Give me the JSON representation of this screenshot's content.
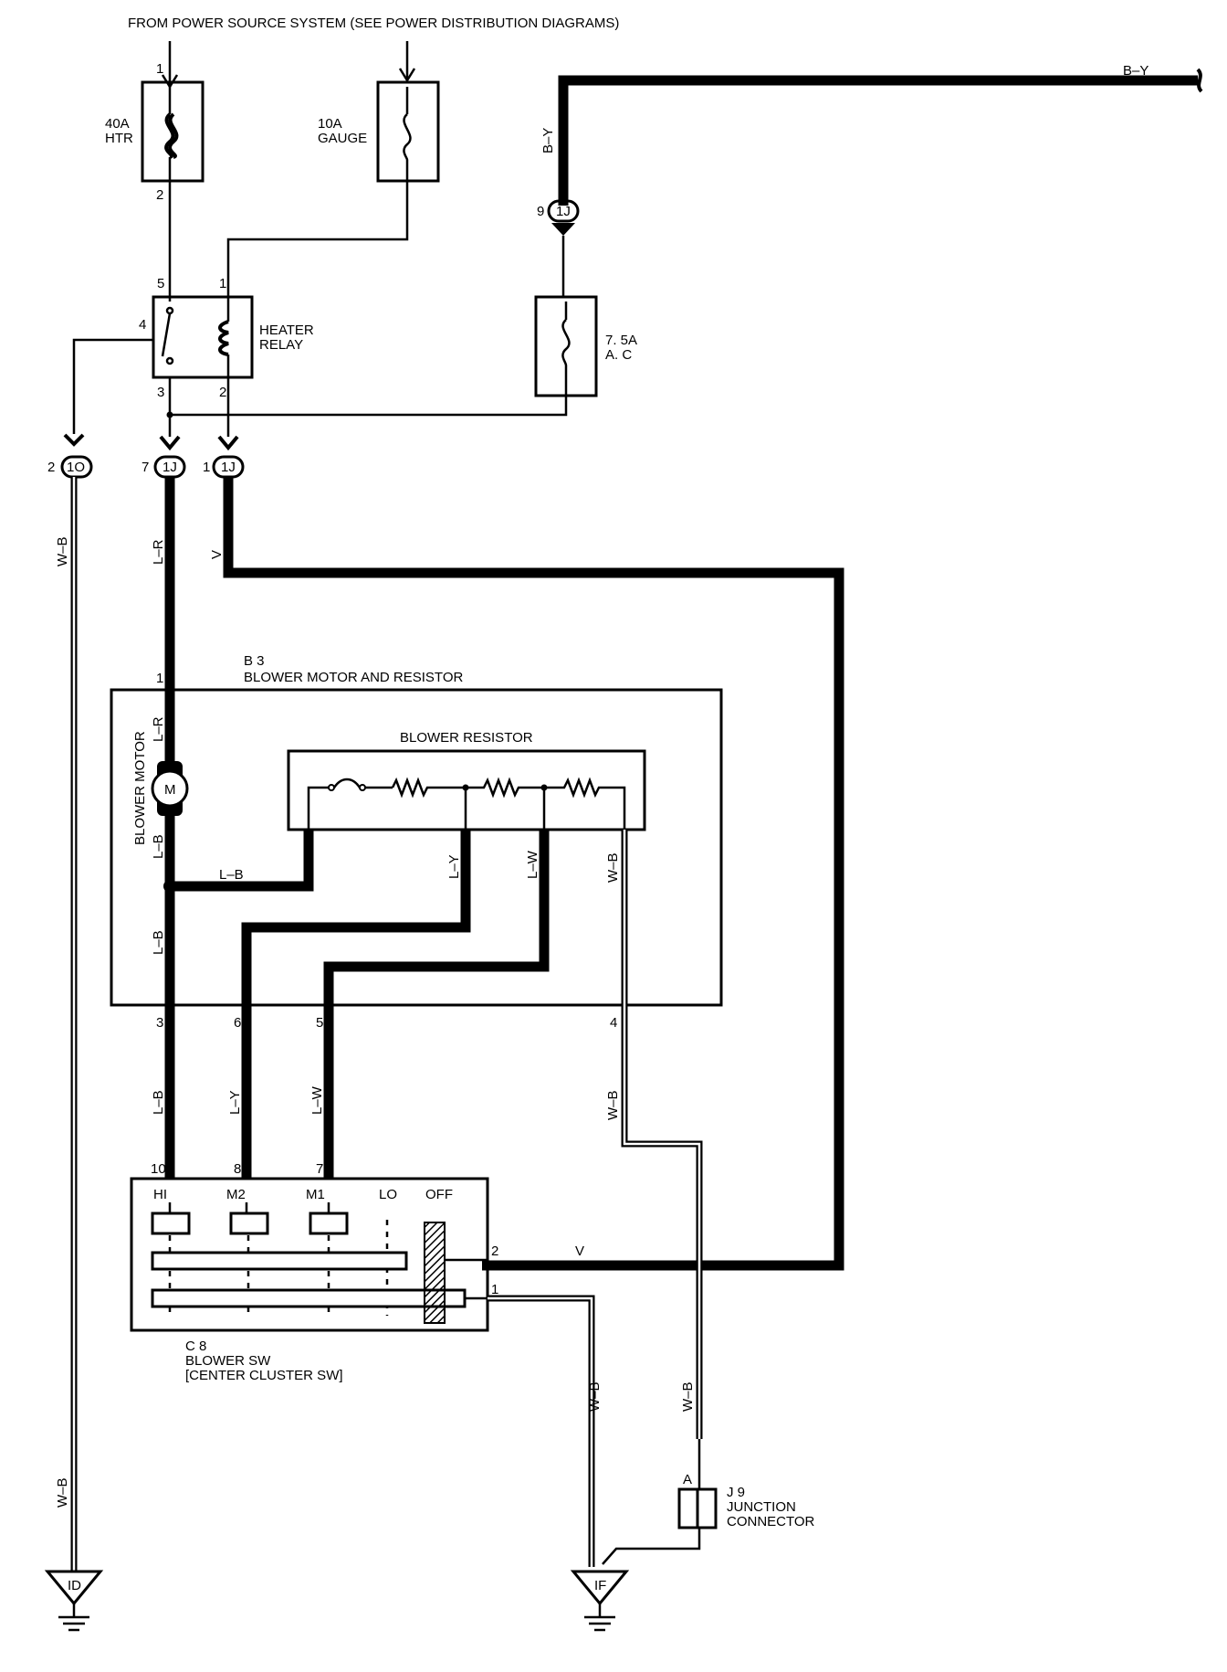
{
  "header": {
    "power_source": "FROM POWER SOURCE SYSTEM (SEE POWER DISTRIBUTION DIAGRAMS)"
  },
  "fuses": {
    "htr": {
      "rating": "40A",
      "name": "HTR",
      "pin_top": "1",
      "pin_bottom": "2"
    },
    "gauge": {
      "rating": "10A",
      "name": "GAUGE"
    },
    "ac": {
      "rating": "7. 5A",
      "name": "A. C"
    }
  },
  "relay": {
    "name_line1": "HEATER",
    "name_line2": "RELAY",
    "pin5": "5",
    "pin1": "1",
    "pin4": "4",
    "pin3": "3",
    "pin2": "2"
  },
  "connectors": {
    "c1o": {
      "id": "1O",
      "pin": "2"
    },
    "c1j_7": {
      "id": "1J",
      "pin": "7"
    },
    "c1j_1": {
      "id": "1J",
      "pin": "1"
    },
    "c1j_9": {
      "id": "1J",
      "pin": "9"
    }
  },
  "wires": {
    "by_top": "B–Y",
    "by_vert": "B–Y",
    "wb_left": "W–B",
    "wb_left_low": "W–B",
    "lr_top": "L–R",
    "v_top": "V",
    "lr_motor": "L–R",
    "lb_motor": "L–B",
    "lb_branch": "L–B",
    "lb_lower": "L–B",
    "ly_res": "L–Y",
    "lw_res": "L–W",
    "wb_res": "W–B",
    "lb_out": "L–B",
    "ly_out": "L–Y",
    "lw_out": "L–W",
    "wb_out": "W–B",
    "v_sw": "V",
    "wb_sw": "W–B",
    "wb_j9": "W–B"
  },
  "blower_assembly": {
    "code": "B 3",
    "title": "BLOWER MOTOR AND RESISTOR",
    "motor_label": "BLOWER MOTOR",
    "motor_symbol": "M",
    "resistor_title": "BLOWER RESISTOR",
    "pin_top": "1",
    "pin3": "3",
    "pin6": "6",
    "pin5": "5",
    "pin4": "4"
  },
  "blower_switch": {
    "code": "C 8",
    "name_line1": "BLOWER SW",
    "name_line2": "[CENTER CLUSTER SW]",
    "positions": [
      "HI",
      "M2",
      "M1",
      "LO",
      "OFF"
    ],
    "pin10": "10",
    "pin8": "8",
    "pin7": "7",
    "pin2": "2",
    "pin1": "1"
  },
  "junction": {
    "code": "J 9",
    "line1": "JUNCTION",
    "line2": "CONNECTOR",
    "pin": "A"
  },
  "grounds": {
    "left": "ID",
    "right": "IF"
  }
}
